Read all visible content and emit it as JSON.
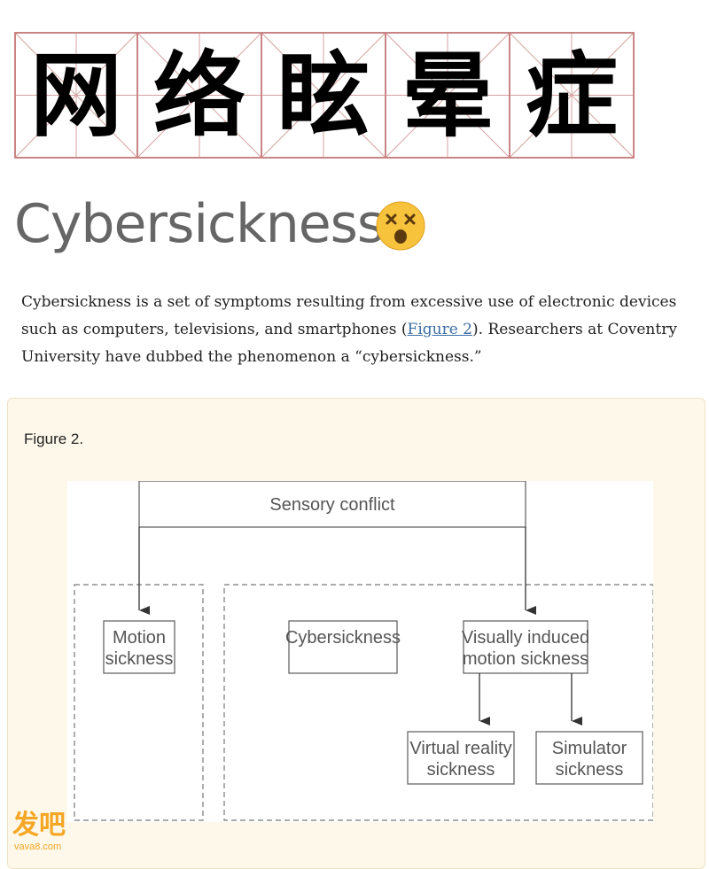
{
  "title_cn": [
    "网",
    "络",
    "眩",
    "晕",
    "症"
  ],
  "heading": "Cybersickness",
  "emoji_icon": "dizzy-face-emoji",
  "paragraph": {
    "before_link": "Cybersickness is a set of symptoms resulting from excessive use of electronic devices such as computers, televisions, and smartphones (",
    "link": "Figure 2",
    "after_link": "). Researchers at Coventry University have dubbed the phenomenon a “cybersickness.”"
  },
  "figure": {
    "label": "Figure 2.",
    "nodes": {
      "sensory_conflict": "Sensory conflict",
      "motion_sickness_1": "Motion",
      "motion_sickness_2": "sickness",
      "cybersickness": "Cybersickness",
      "vims_1": "Visually induced",
      "vims_2": "motion sickness",
      "vr_1": "Virtual reality",
      "vr_2": "sickness",
      "sim_1": "Simulator",
      "sim_2": "sickness"
    }
  },
  "watermark": {
    "brand": "发吧",
    "site": "vava8.com"
  },
  "colors": {
    "grid_red": "#c98585",
    "link_blue": "#3a6ea5",
    "figure_bg": "#fdf8ea",
    "watermark_orange": "#f5a623"
  }
}
